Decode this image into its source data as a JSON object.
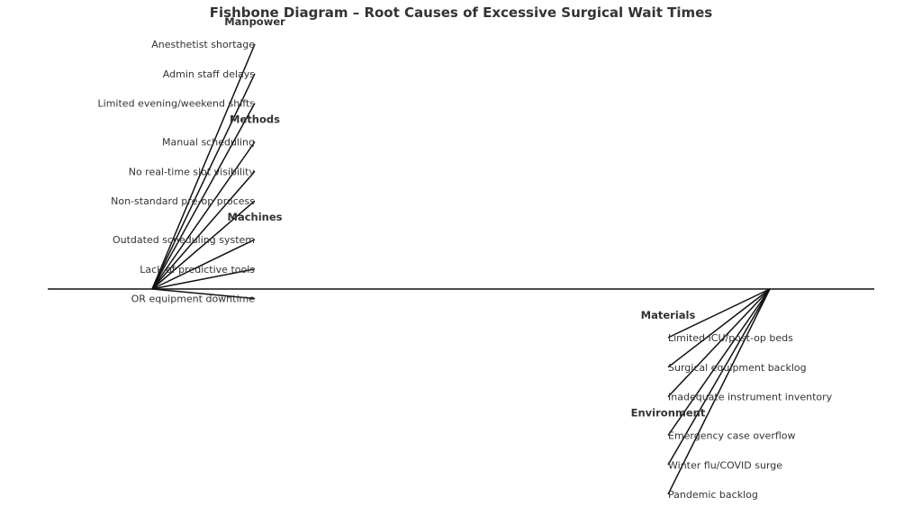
{
  "title": "Fishbone Diagram – Root Causes of Excessive Surgical Wait Times",
  "colors": {
    "line": "#111111",
    "text": "#333333",
    "background": "#ffffff"
  },
  "left_groups": [
    {
      "category": "Manpower",
      "causes": [
        "Anesthetist shortage",
        "Admin staff delays",
        "Limited evening/weekend shifts"
      ]
    },
    {
      "category": "Methods",
      "causes": [
        "Manual scheduling",
        "No real-time slot visibility",
        "Non-standard pre-op process"
      ]
    },
    {
      "category": "Machines",
      "causes": [
        "Outdated scheduling system",
        "Lack of predictive tools",
        "OR equipment downtime"
      ]
    }
  ],
  "right_groups": [
    {
      "category": "Materials",
      "causes": [
        "Limited ICU/post-op beds",
        "Surgical equipment backlog",
        "Inadequate instrument inventory"
      ]
    },
    {
      "category": "Environment",
      "causes": [
        "Emergency case overflow",
        "Winter flu/COVID surge",
        "Pandemic backlog"
      ]
    }
  ]
}
